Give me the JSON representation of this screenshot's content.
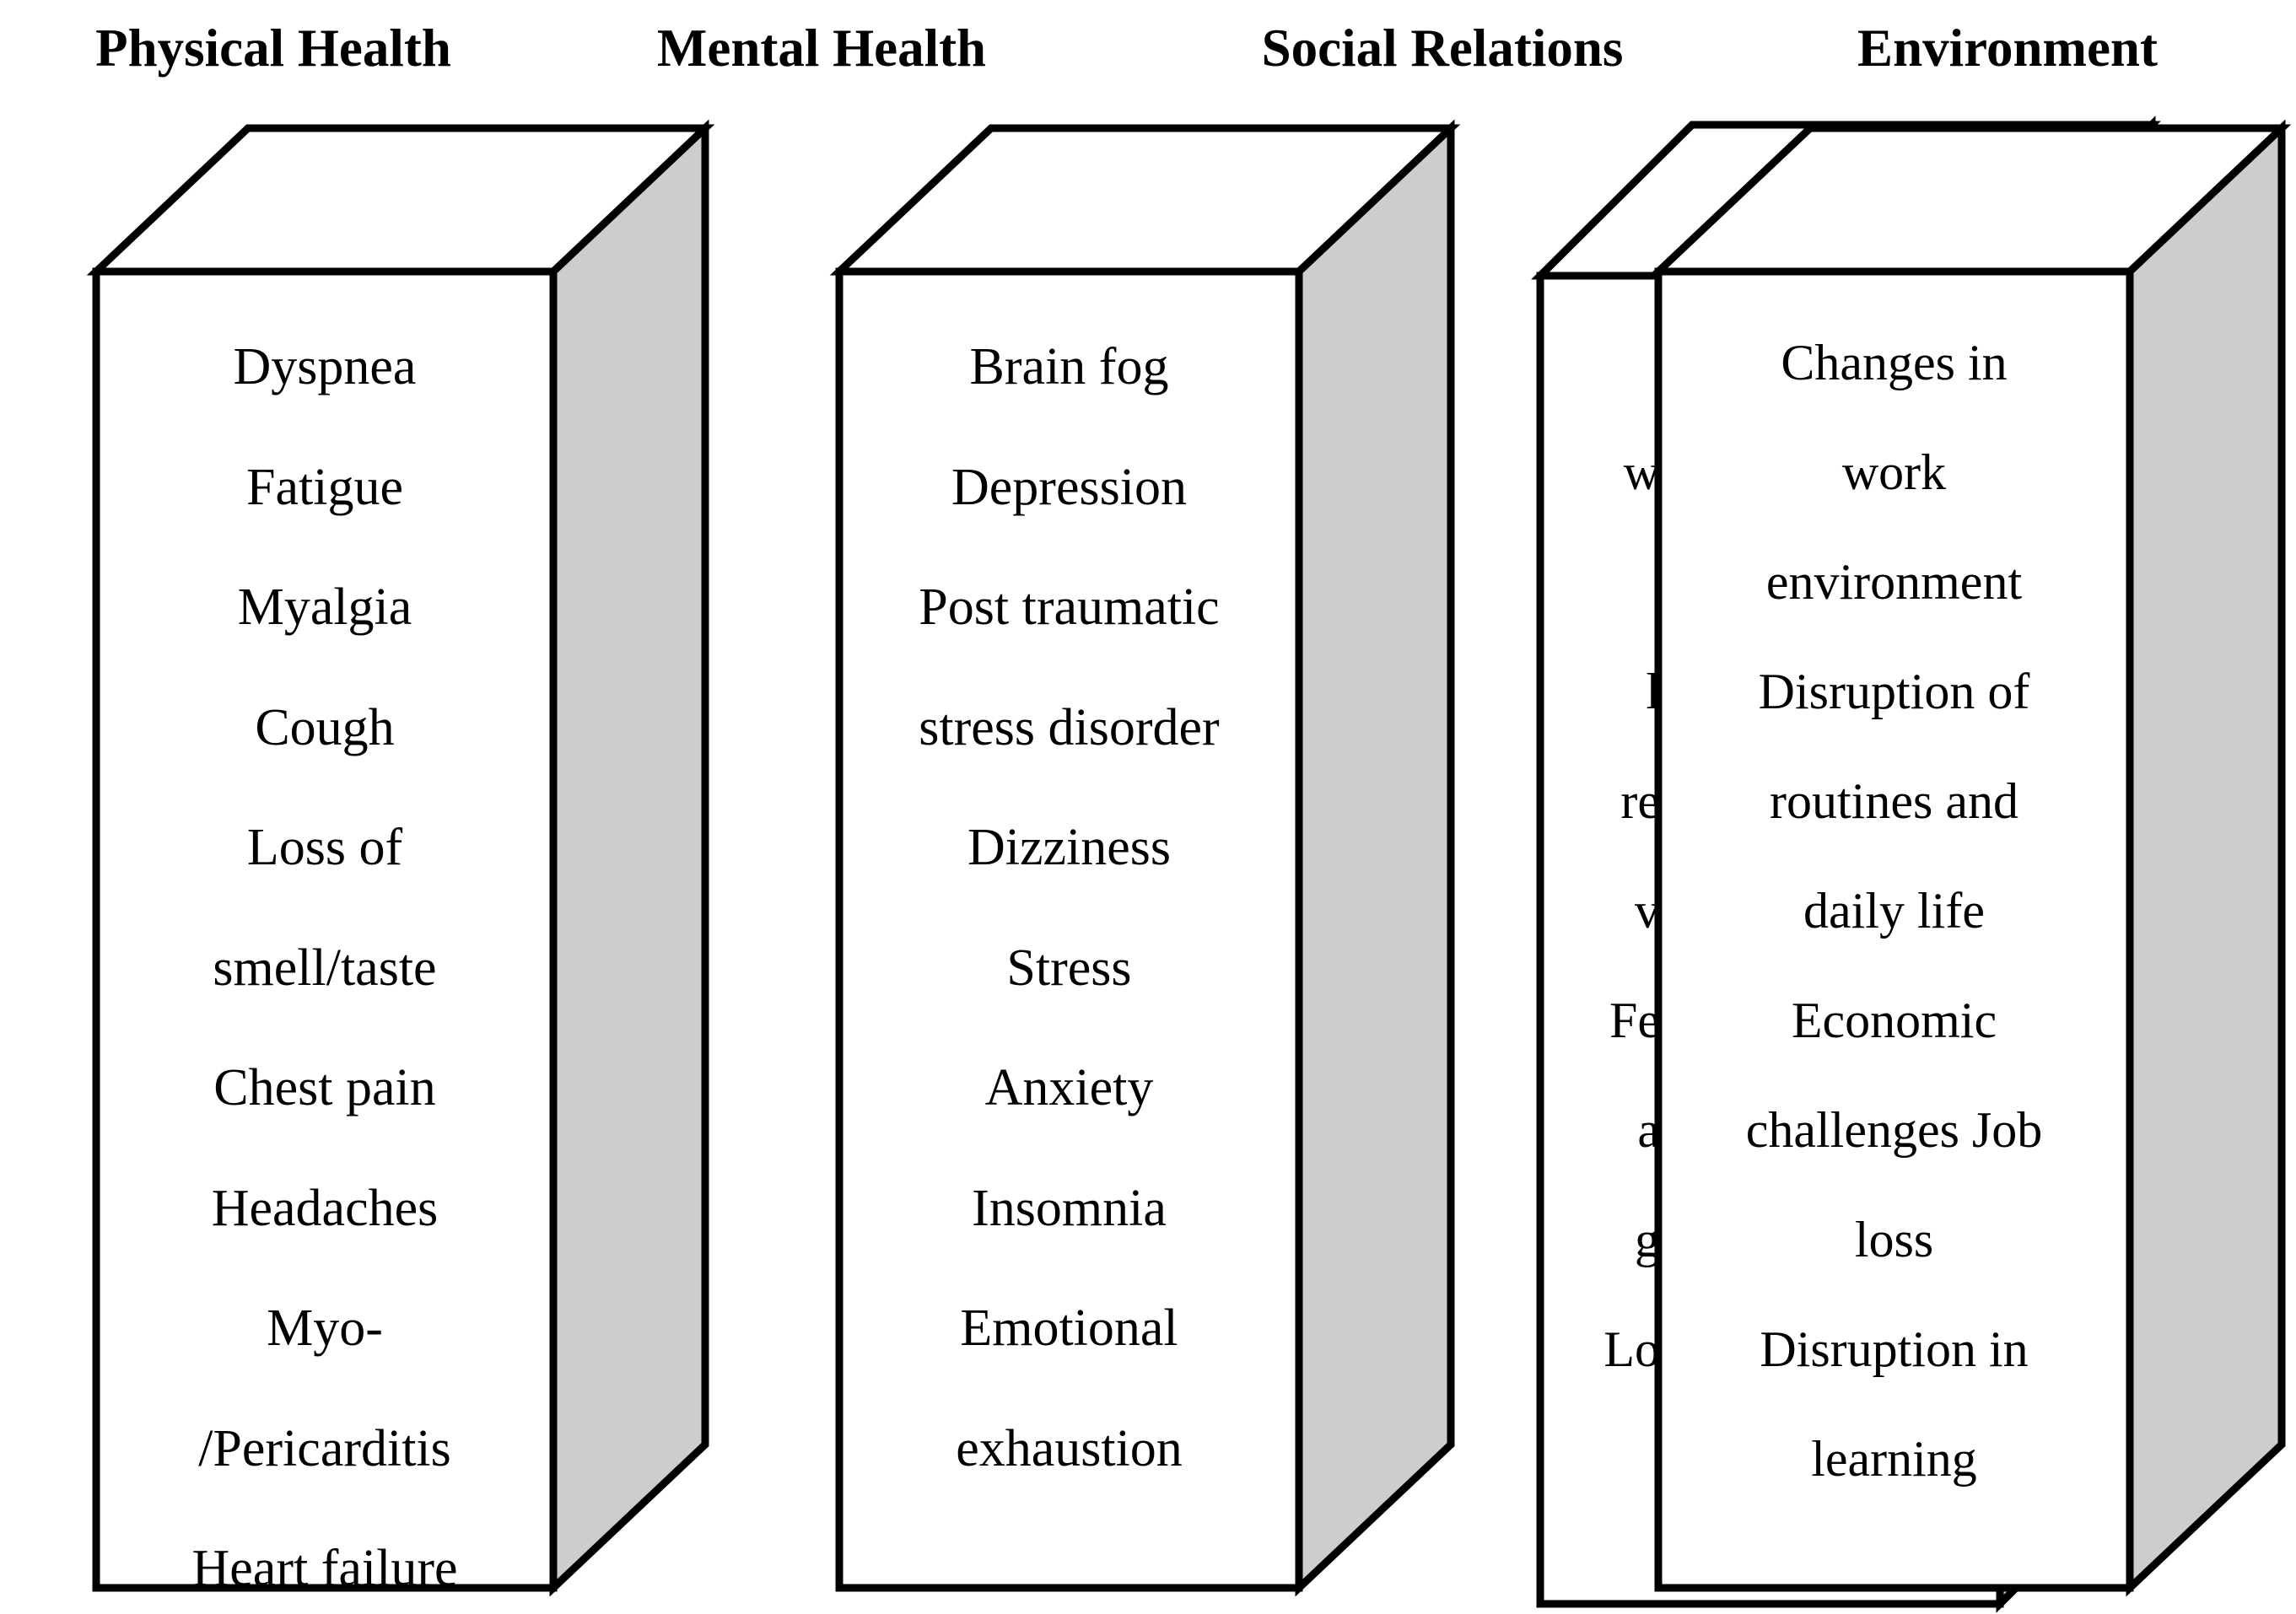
{
  "diagram": {
    "description_labels": {
      "note": "Four 3D pillar boxes; the Environment box partially overlaps the Social Relations box so only left-edge letter fragments of its lines are visible."
    },
    "colors": {
      "front_face_fill": "#ffffff",
      "top_face_fill": "#ffffff",
      "side_face_fill": "#cdcdcd",
      "outline": "#000000"
    },
    "columns": [
      {
        "title": "Physical Health",
        "lines": [
          "Dyspnea",
          "Fatigue",
          "Myalgia",
          "Cough",
          "Loss of",
          "smell/taste",
          "Chest pain",
          "Headaches",
          "Myo-",
          "/Pericarditis",
          "Heart failure"
        ]
      },
      {
        "title": "Mental Health",
        "lines": [
          "Brain fog",
          "Depression",
          "Post traumatic",
          "stress disorder",
          "Dizziness",
          "Stress",
          "Anxiety",
          "Insomnia",
          "Emotional",
          "exhaustion"
        ]
      },
      {
        "title": "Social Relations",
        "visible_line_fragments": [
          "",
          "w",
          "",
          "l",
          "re",
          "v",
          "Fe",
          "a",
          "g",
          "Lo",
          ""
        ]
      },
      {
        "title": "Environment",
        "lines": [
          "Changes in",
          "work",
          "environment",
          "Disruption of",
          "routines and",
          "daily life",
          "Economic",
          "challenges Job",
          "loss",
          "Disruption in",
          "learning"
        ]
      }
    ]
  }
}
